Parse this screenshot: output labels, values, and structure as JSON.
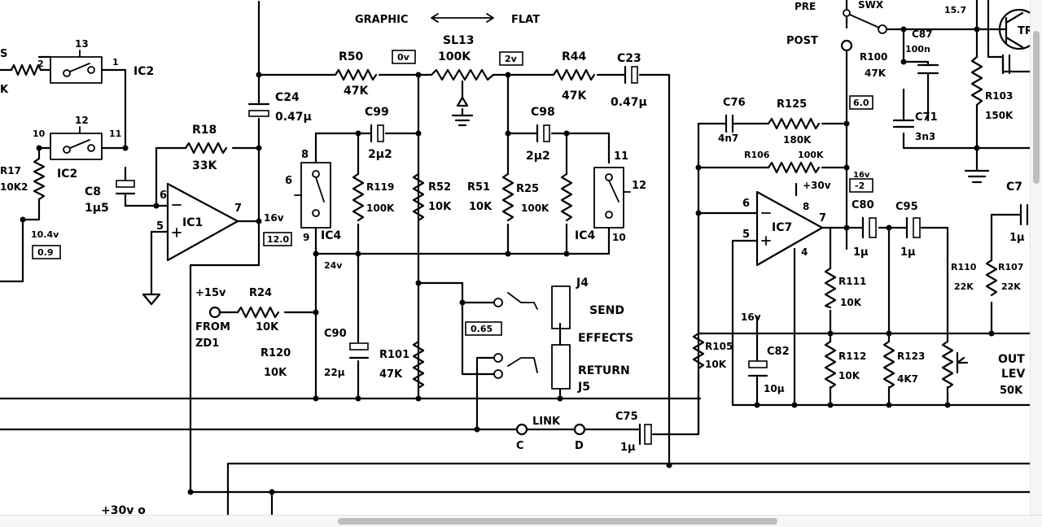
{
  "schematic": {
    "labels": {
      "graphic": "GRAPHIC",
      "flat": "FLAT",
      "sl13": "SL13",
      "sl13_val": "100K",
      "r50": "R50",
      "r50_val": "47K",
      "r44": "R44",
      "r44_val": "47K",
      "c23": "C23",
      "c23_val": "0.47μ",
      "c24": "C24",
      "c24_val": "0.47μ",
      "c99": "C99",
      "c99_val": "2μ2",
      "c98": "C98",
      "c98_val": "2μ2",
      "r18": "R18",
      "r18_val": "33K",
      "c8": "C8",
      "c8_val": "1μ5",
      "ic2a": "IC2",
      "ic2b": "IC2",
      "ic1": "IC1",
      "ic4a": "IC4",
      "ic4b": "IC4",
      "pin13": "13",
      "pin12": "12",
      "pin10": "10",
      "pin11": "11",
      "pin2": "2",
      "pin1": "1",
      "pin8": "8",
      "pin6": "6",
      "pin9": "9",
      "pin11b": "11",
      "pin12b": "12",
      "pin10b": "10",
      "ic1_p6": "6",
      "ic1_p5": "5",
      "ic1_p7": "7",
      "ic1_vout": "16v",
      "r17": "R17",
      "r17_val": "10K2",
      "v104": "10.4v",
      "left_r": "K",
      "left_s": "S",
      "r119": "R119",
      "r119_val": "100K",
      "r52": "R52",
      "r52_val": "10K",
      "r51": "R51",
      "r51_val": "10K",
      "r25": "R25",
      "r25_val": "100K",
      "v24": "24v",
      "plus15": "+15v",
      "r24": "R24",
      "from": "FROM",
      "r24_val": "10K",
      "zd1": "ZD1",
      "r120": "R120",
      "r120_val": "10K",
      "c90": "C90",
      "c90_val": "22μ",
      "r101": "R101",
      "r101_val": "47K",
      "j4": "J4",
      "send": "SEND",
      "effects": "EFFECTS",
      "return": "RETURN",
      "j5": "J5",
      "link": "LINK",
      "c_lbl": "C",
      "d_lbl": "D",
      "c75": "C75",
      "c75_val": "1μ",
      "pre": "PRE",
      "sw": "SWX",
      "post": "POST",
      "c87": "C87",
      "c87_val": "100n",
      "r100": "R100",
      "r100_val": "47K",
      "c71": "C71",
      "c71_val": "3n3",
      "v157": "15.7",
      "tr": "TR",
      "r103": "R103",
      "r103_val": "150K",
      "c76": "C76",
      "c76_val": "4n7",
      "r125": "R125",
      "r125_val": "180K",
      "r106": "R106",
      "r106_val": "100K",
      "plus30": "+30v",
      "v16b": "16v",
      "ic7": "IC7",
      "ic7_p6": "6",
      "ic7_p5": "5",
      "ic7_p8": "8",
      "ic7_p7": "7",
      "ic7_p4": "4",
      "c80": "C80",
      "c80_val": "1μ",
      "c95": "C95",
      "c95_val": "1μ",
      "r111": "R111",
      "r111_val": "10K",
      "v16c": "16v",
      "c82": "C82",
      "c82_val": "10μ",
      "r105": "R105",
      "r105_val": "10K",
      "r112": "R112",
      "r112_val": "10K",
      "r123": "R123",
      "r123_val": "4K7",
      "r110": "R110",
      "r110_val": "22K",
      "r107": "R107",
      "r107_val": "22K",
      "out": "OUT",
      "lev": "LEV",
      "lev_val": "50K",
      "c7x": "C7",
      "c7x_val": "1μ",
      "rail30": "+30v o"
    },
    "test_points": {
      "tp_0v": "0v",
      "tp_2v": "2v",
      "tp_09": "0.9",
      "tp_120": "12.0",
      "tp_065": "0.65",
      "tp_60": "6.0",
      "tp_2": "-2"
    }
  }
}
